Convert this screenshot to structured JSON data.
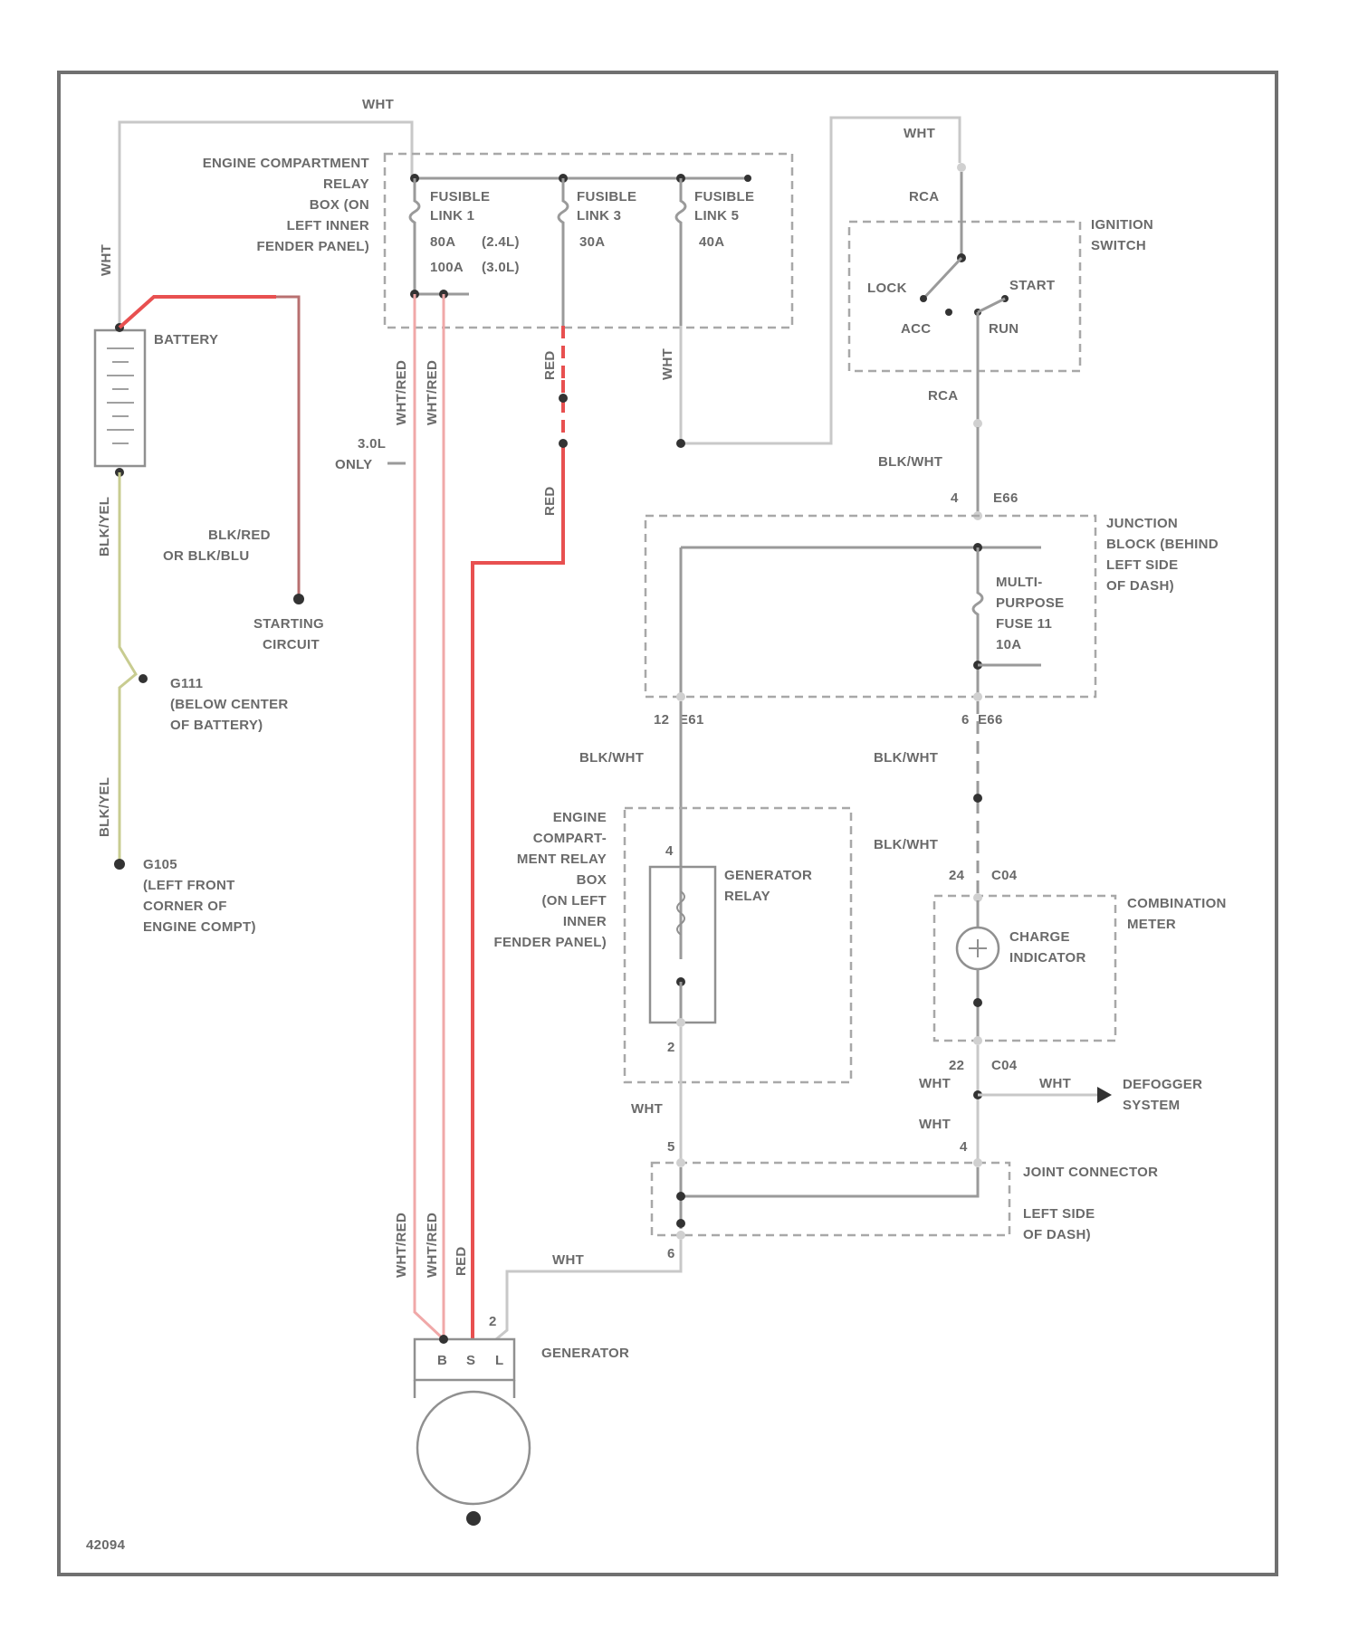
{
  "labels": {
    "wht_top": "WHT",
    "wht_left": "WHT",
    "relay_box": [
      "ENGINE COMPARTMENT",
      "RELAY",
      "BOX (ON",
      "LEFT INNER",
      "FENDER PANEL)"
    ],
    "fusible_link_1": [
      "FUSIBLE",
      "LINK 1"
    ],
    "fusible_link_3": [
      "FUSIBLE",
      "LINK 3"
    ],
    "fusible_link_5": [
      "FUSIBLE",
      "LINK 5"
    ],
    "fl1_80a": "80A",
    "fl1_28l": "(2.4L)",
    "fl1_100a": "100A",
    "fl1_30l": "(3.0L)",
    "fl3_rating": "30A",
    "fl5_rating": "40A",
    "battery": "BATTERY",
    "blk_yel_1": "BLK/YEL",
    "blk_yel_2": "BLK/YEL",
    "blk_red": [
      "BLK/RED",
      "OR BLK/BLU"
    ],
    "starting_circuit": [
      "STARTING",
      "CIRCUIT"
    ],
    "g111": [
      "G111",
      "(BELOW CENTER",
      "OF BATTERY)"
    ],
    "g105": [
      "G105",
      "(LEFT FRONT",
      "CORNER OF",
      "ENGINE COMPT)"
    ],
    "wht_red_1": "WHT/RED",
    "wht_red_2": "WHT/RED",
    "only_30l": [
      "3.0L",
      "ONLY"
    ],
    "red_upper": "RED",
    "red_lower": "RED",
    "wht_fl5": "WHT",
    "ignition_wht": "WHT",
    "ignition_rca_top": "RCA",
    "ignition_switch": [
      "IGNITION",
      "SWITCH"
    ],
    "lock": "LOCK",
    "start": "START",
    "acc": "ACC",
    "run": "RUN",
    "rca_lower": "RCA",
    "blk_wht_1": "BLK/WHT",
    "junction_pin": "4",
    "junction_conn": "E66",
    "junction_block": [
      "JUNCTION",
      "BLOCK (BEHIND",
      "LEFT SIDE",
      "OF DASH)"
    ],
    "multi_fuse": [
      "MULTI-",
      "PURPOSE",
      "FUSE 11",
      "10A"
    ],
    "jb_pin_left": "12",
    "jb_conn_left": "E61",
    "jb_pin_right": "6",
    "jb_conn_right": "E66",
    "blk_wht_2": "BLK/WHT",
    "blk_wht_3": "BLK/WHT",
    "blk_wht_4": "BLK/WHT",
    "engine_relay_box2": [
      "ENGINE",
      "COMPART-",
      "MENT RELAY",
      "BOX",
      "(ON LEFT",
      "INNER",
      "FENDER PANEL)"
    ],
    "relay_pin_top": "4",
    "relay_pin_bot": "2",
    "generator_relay": [
      "GENERATOR",
      "RELAY"
    ],
    "cm_pin_top": "24",
    "cm_conn_top": "C04",
    "combination_meter": [
      "COMBINATION",
      "METER"
    ],
    "charge_indicator": [
      "CHARGE",
      "INDICATOR"
    ],
    "cm_pin_bot": "22",
    "cm_conn_bot": "C04",
    "wht_a": "WHT",
    "wht_b": "WHT",
    "wht_c": "WHT",
    "wht_d": "WHT",
    "defogger": [
      "DEFOGGER",
      "SYSTEM"
    ],
    "joint_pin_left": "5",
    "joint_pin_right": "4",
    "joint_connector": [
      "JOINT CONNECTOR",
      "",
      "LEFT SIDE",
      "OF DASH)"
    ],
    "joint_pin_bottom": "6",
    "wht_gen": "WHT",
    "wht_red_3": "WHT/RED",
    "wht_red_4": "WHT/RED",
    "red_gen": "RED",
    "gen_pin": "2",
    "generator": "GENERATOR",
    "gen_terms": [
      "B",
      "S",
      "L"
    ],
    "code": "42094"
  }
}
